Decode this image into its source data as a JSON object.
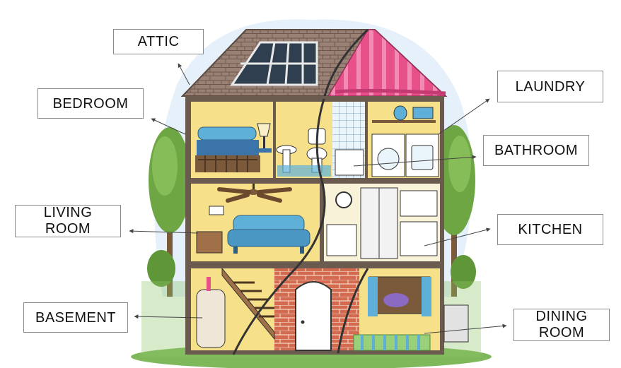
{
  "labels": {
    "attic": "ATTIC",
    "bedroom": "BEDROOM",
    "living_room": "LIVING\nROOM",
    "basement": "BASEMENT",
    "laundry": "LAUNDRY",
    "bathroom": "BATHROOM",
    "kitchen": "KITCHEN",
    "dining_room": "DINING\nROOM"
  },
  "colors": {
    "roof_shingles": "#9a8175",
    "awning": "#e8508a",
    "wall_yellow": "#f6e08a",
    "house_frame": "#6b5a4e",
    "brick": "#d46a4f",
    "tree": "#6ea644",
    "sky_glow": "#cfe4f5",
    "furniture_blue": "#5fb0d9"
  }
}
